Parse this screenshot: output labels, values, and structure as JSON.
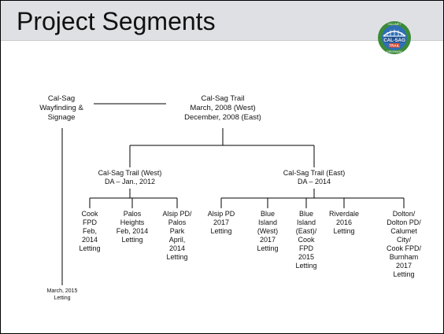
{
  "title": "Project Segments",
  "logo": {
    "top_text": "CALUMET",
    "main_text": "CAL-SAG",
    "sub_text": "TRAIL",
    "bottom_text": "GREENWAY"
  },
  "wayfinding": "Cal-Sag\nWayfinding &\nSignage",
  "wayfinding_date": "March, 2015\nLetting",
  "root": "Cal-Sag Trail\nMarch, 2008 (West)\nDecember, 2008 (East)",
  "west": "Cal-Sag Trail (West)\nDA – Jan., 2012",
  "east": "Cal-Sag Trail (East)\nDA – 2014",
  "west_children": [
    "Cook\nFPD\nFeb,\n2014\nLetting",
    "Palos\nHeights\nFeb, 2014\nLetting",
    "Alsip PD/\nPalos\nPark\nApril,\n2014\nLetting"
  ],
  "east_children": [
    "Alsip PD\n2017\nLetting",
    "Blue\nIsland\n(West)\n2017\nLetting",
    "Blue\nIsland\n(East)/\nCook\nFPD\n2015\nLetting",
    "Riverdale\n2016\nLetting",
    "Dolton/\nDolton PD/\nCalumet\nCity/\nCook FPD/\nBurnham\n2017\nLetting"
  ]
}
